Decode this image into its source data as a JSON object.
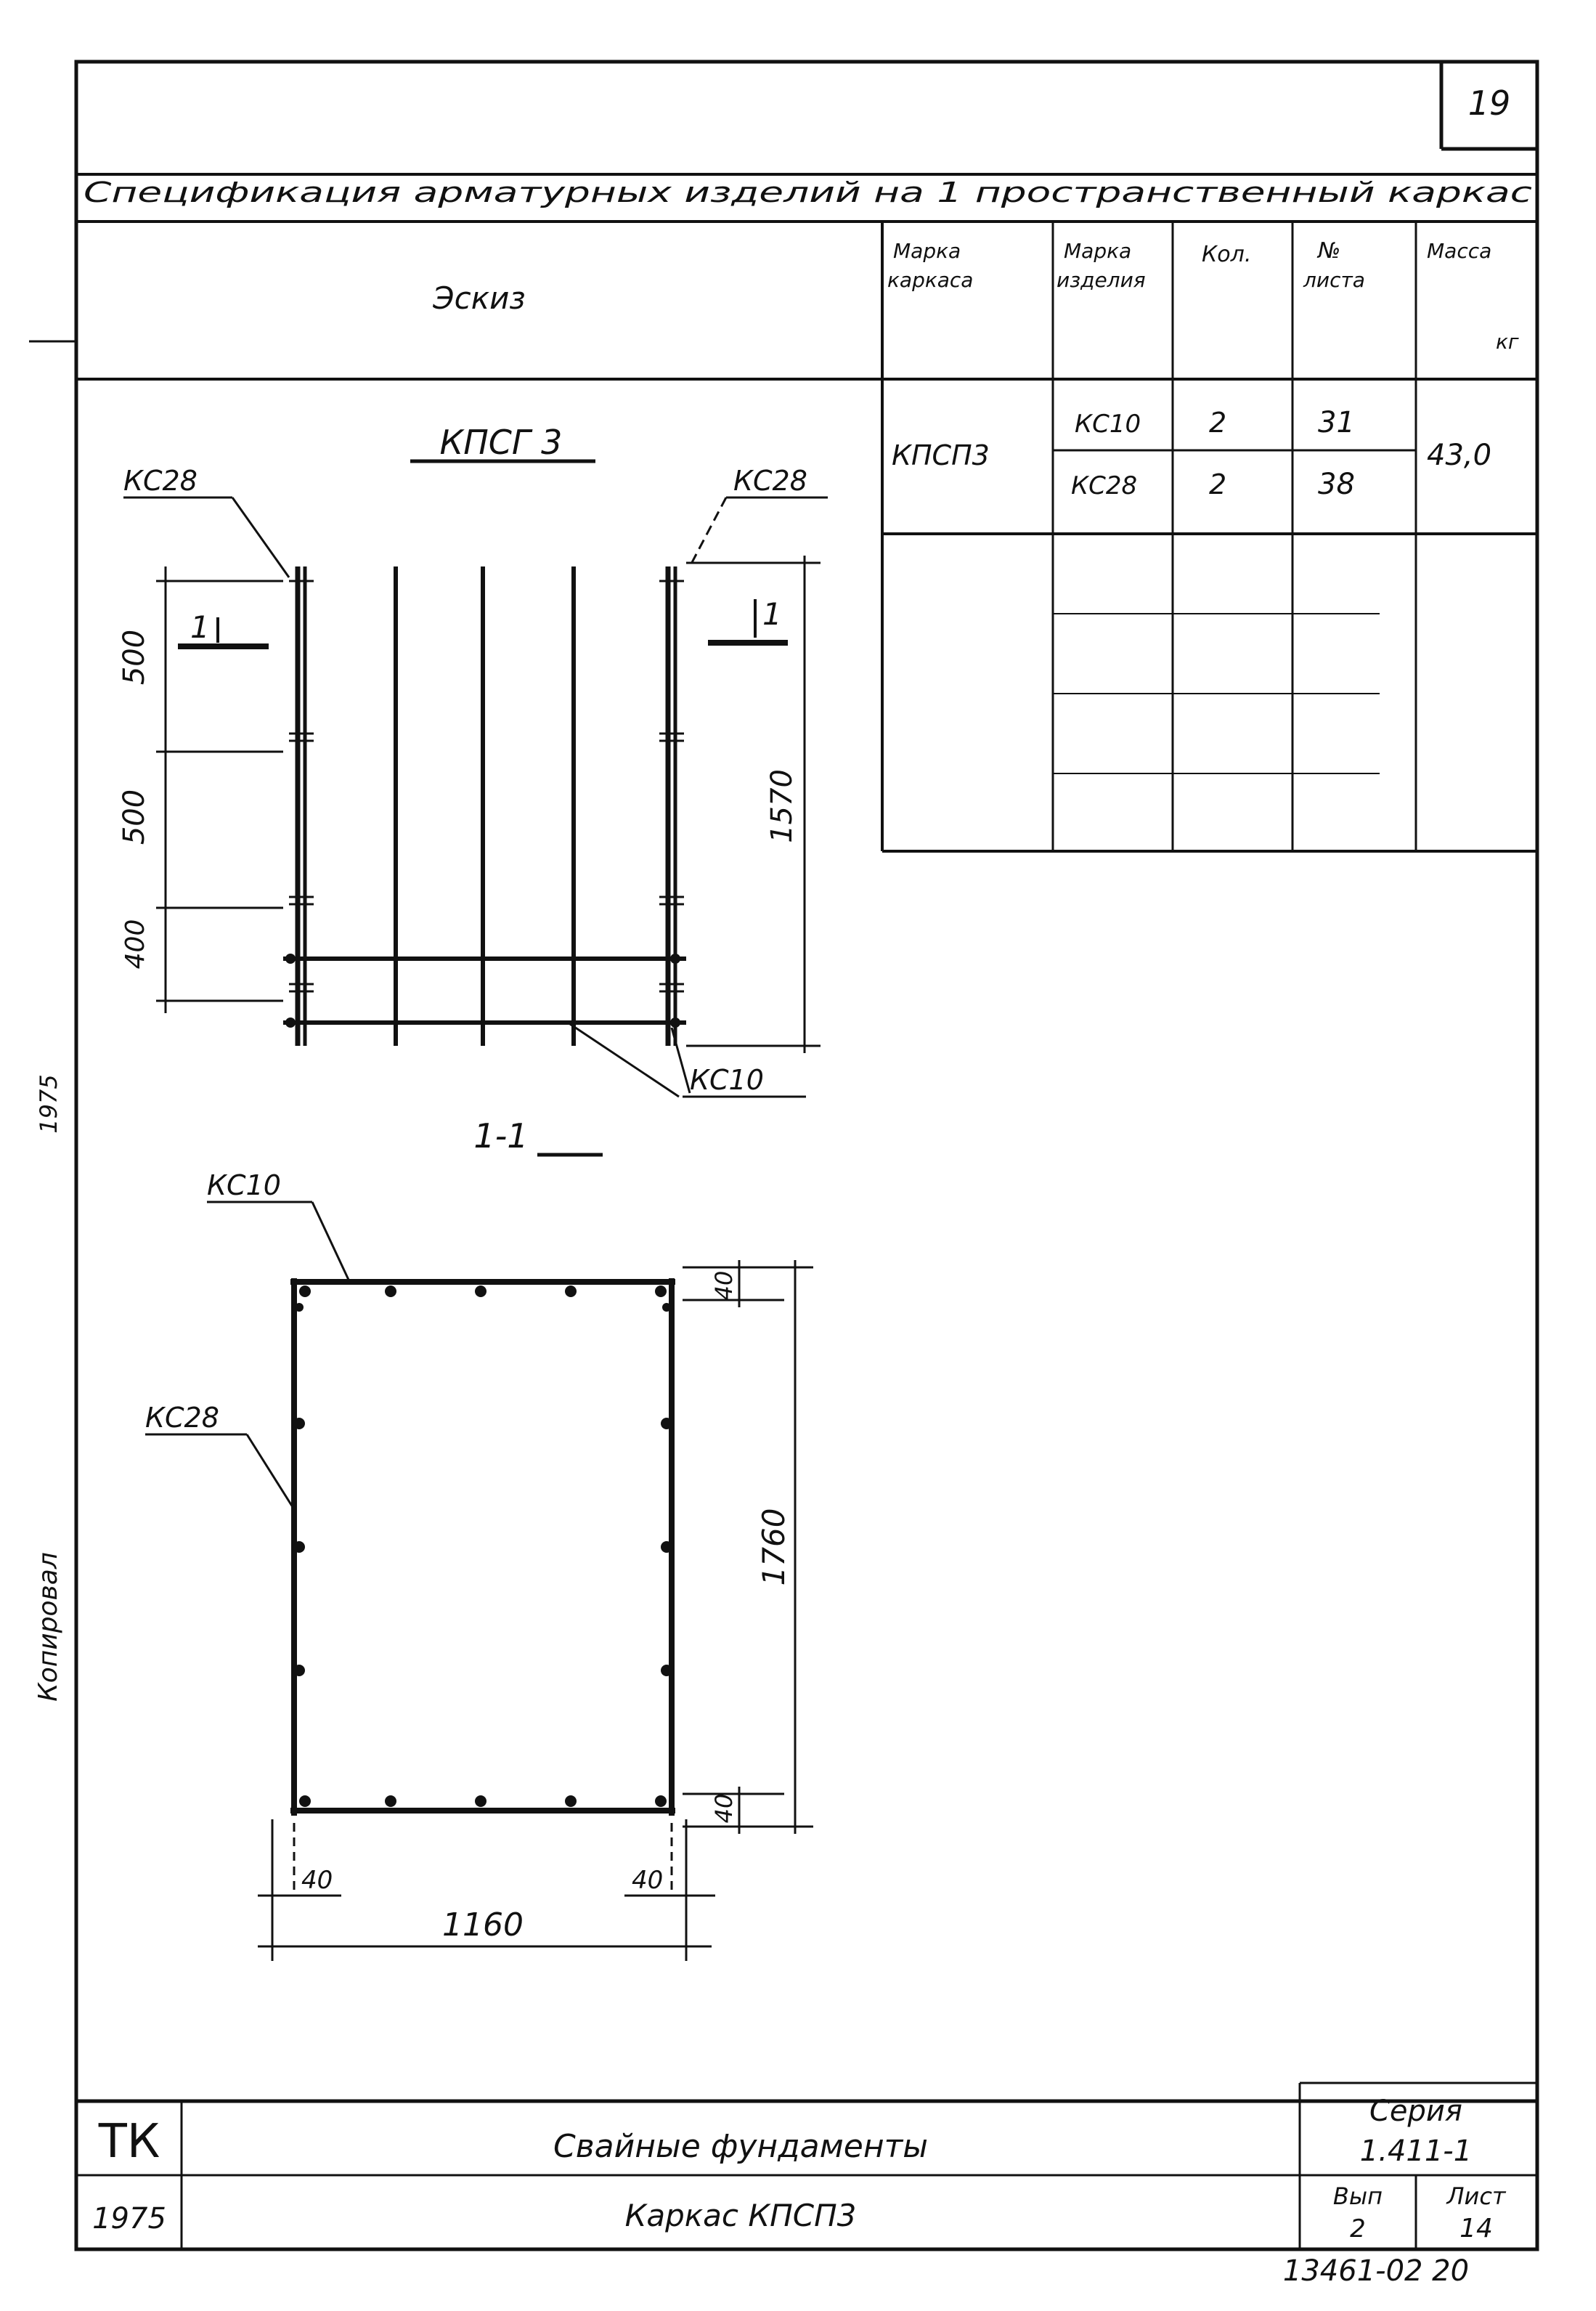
{
  "sheet": {
    "page_number": "19",
    "spec_title": "Спецификация арматурных изделий на 1 пространственный каркас",
    "sketch_header": "Эскиз",
    "columns": {
      "frame_mark": [
        "Марка",
        "каркаса"
      ],
      "item_mark": [
        "Марка",
        "изделия"
      ],
      "qty": "Кол.",
      "sheet_no": [
        "№",
        "листа"
      ],
      "mass": [
        "Масса",
        "кг"
      ]
    },
    "spec_rows": {
      "frame_mark": "КПСП3",
      "mass": "43,0",
      "items": [
        {
          "item": "КС10",
          "qty": "2",
          "sheet": "31"
        },
        {
          "item": "КС28",
          "qty": "2",
          "sheet": "38"
        }
      ]
    }
  },
  "elevation": {
    "title": "КПСГ 3",
    "label_left": "КС28",
    "label_right": "КС28",
    "label_bottom": "КС10",
    "dim_500_a": "500",
    "dim_500_b": "500",
    "dim_400": "400",
    "dim_1570": "1570",
    "section_mark_left": "1",
    "section_mark_right": "1"
  },
  "section": {
    "title": "1-1",
    "label_top": "КС10",
    "label_left": "КС28",
    "dim_40_top": "40",
    "dim_1760": "1760",
    "dim_40_bottom": "40",
    "dim_40_left": "40",
    "dim_40_right": "40",
    "dim_1160": "1160"
  },
  "side_stamp": {
    "text_top": "1975",
    "text_bottom": "Копировал"
  },
  "title_block": {
    "org": "ТК",
    "year": "1975",
    "title": "Свайные фундаменты",
    "subtitle": "Каркас КПСП3",
    "series_label": "Серия",
    "series_value": "1.411-1",
    "issue_label": "Вып",
    "issue_value": "2",
    "sheet_label": "Лист",
    "sheet_value": "14"
  },
  "footer_code": "13461-02 20"
}
